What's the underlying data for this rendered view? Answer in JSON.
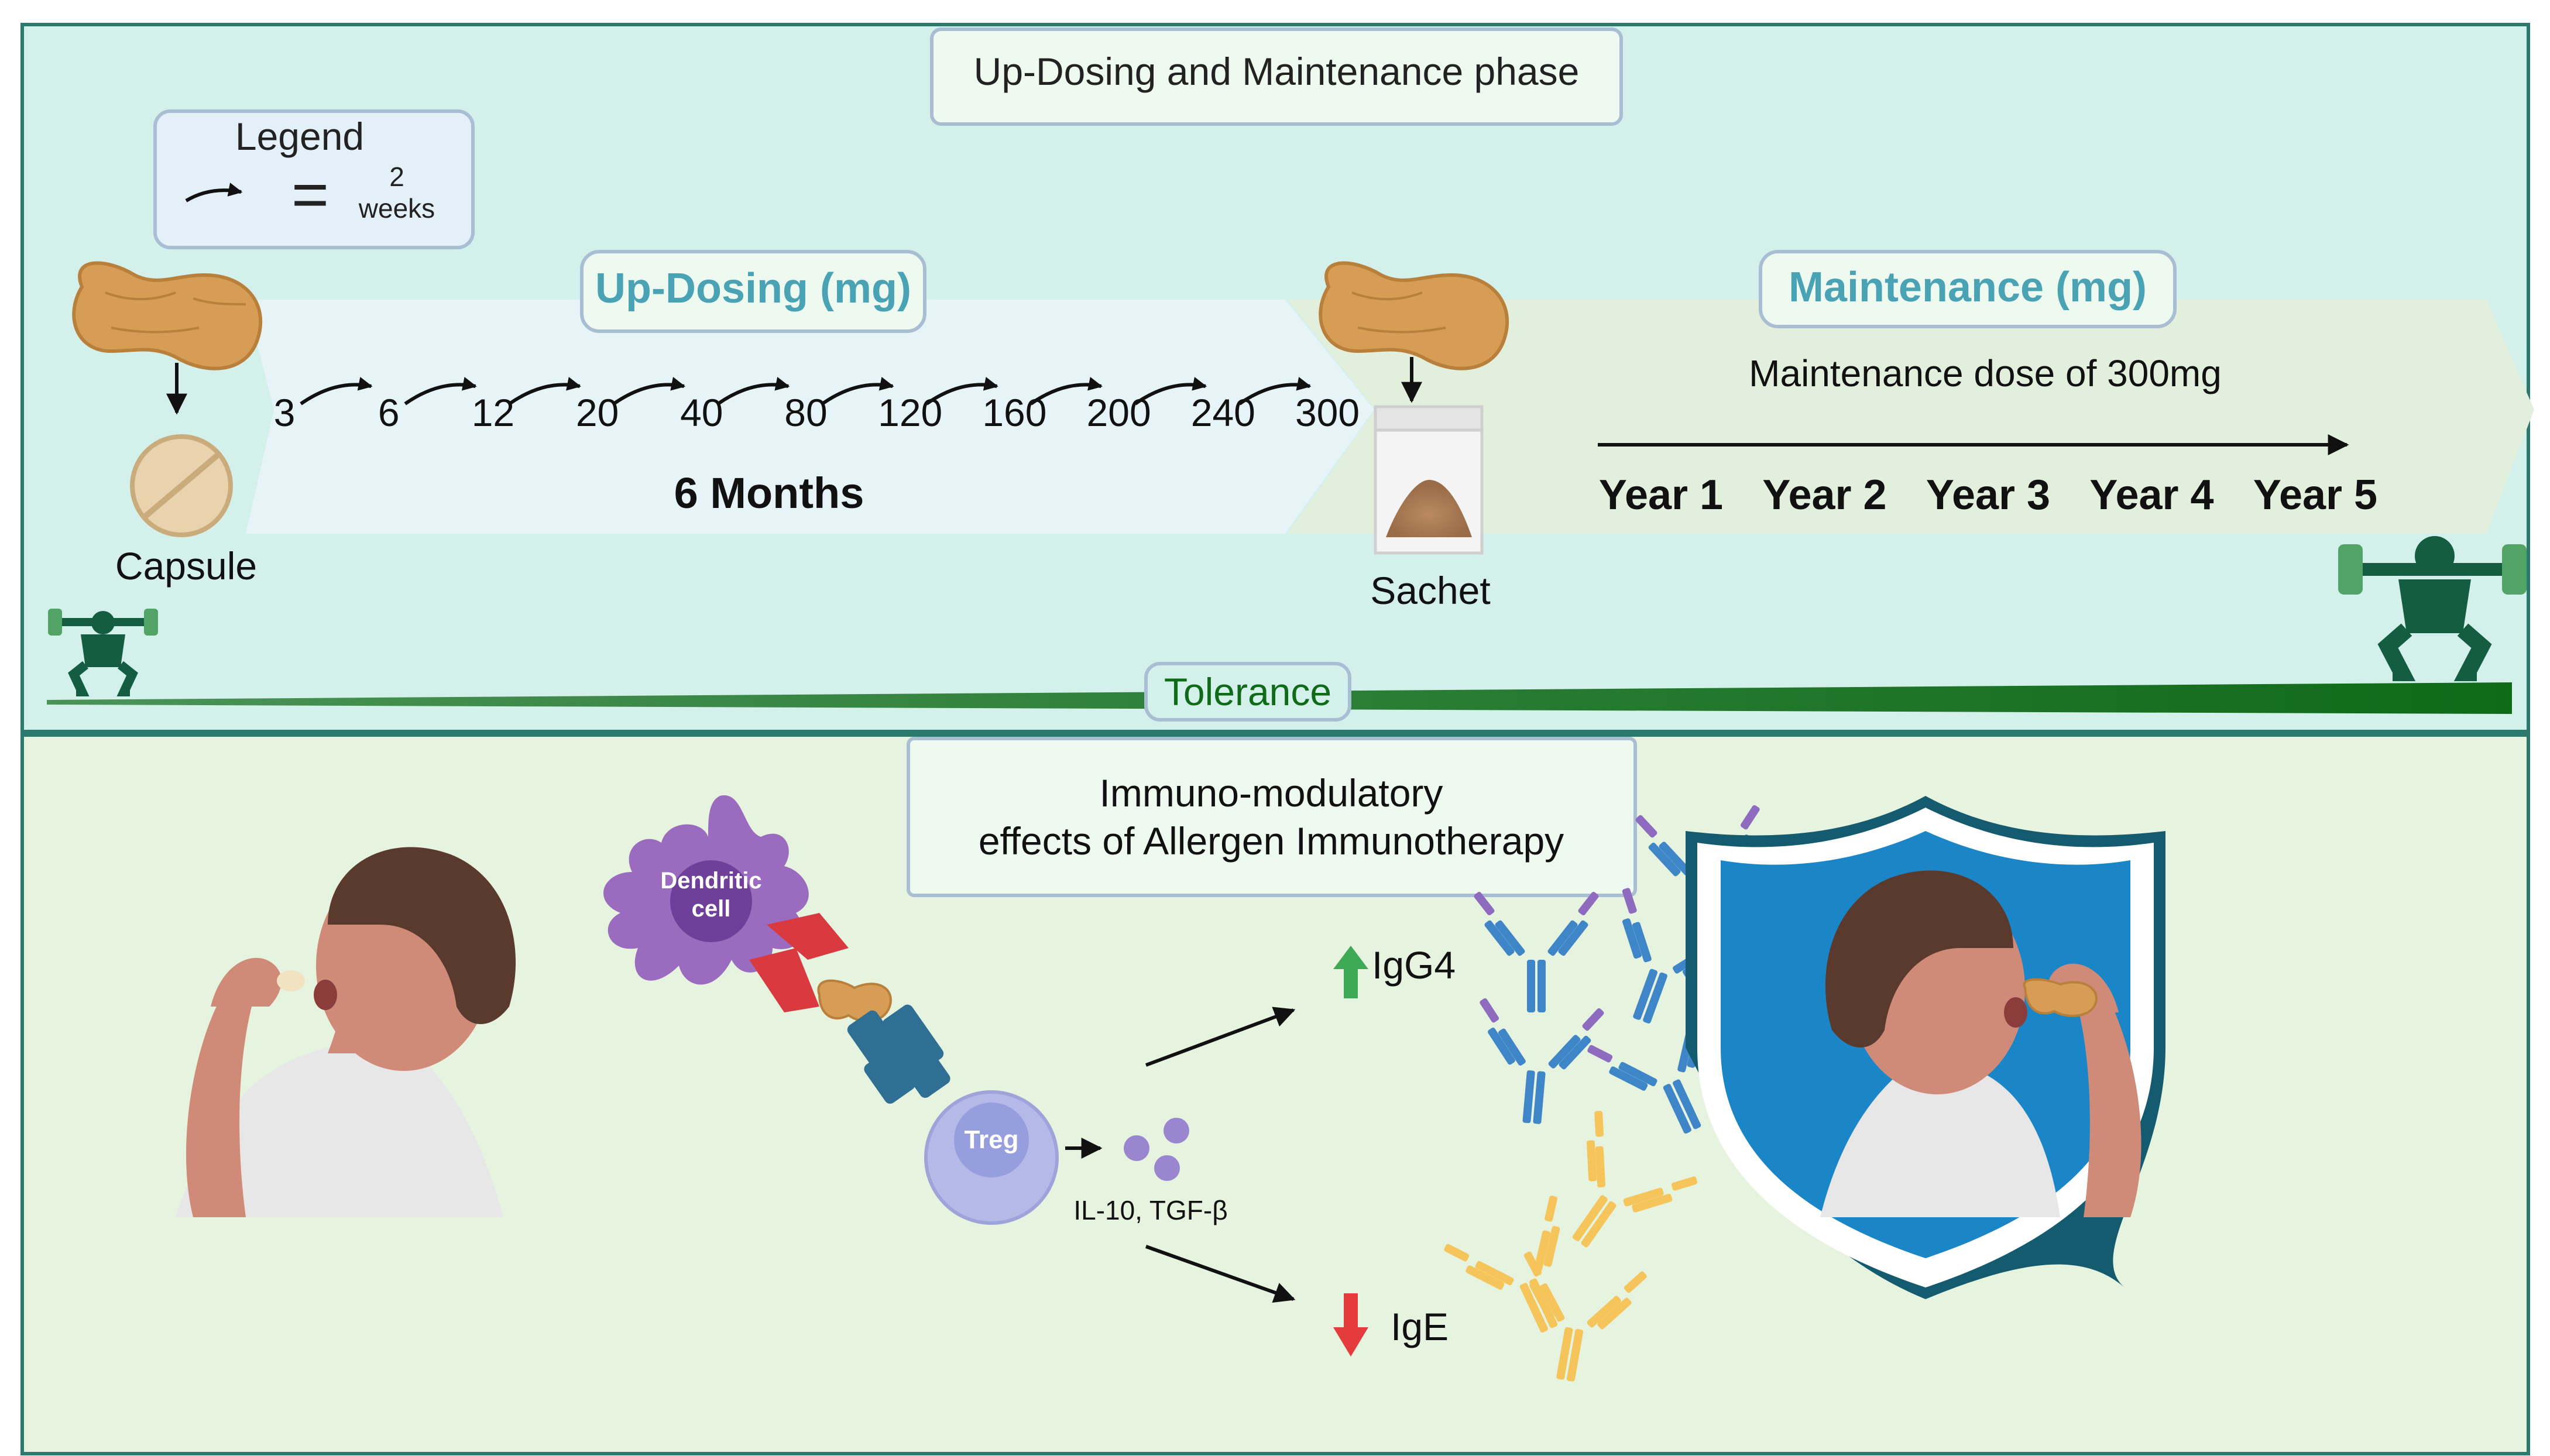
{
  "top_panel": {
    "title": "Up-Dosing and Maintenance phase",
    "legend": {
      "title": "Legend",
      "equals": "=",
      "value": "2",
      "unit": "weeks"
    },
    "updosing": {
      "label": "Up-Dosing (mg)",
      "doses": [
        "3",
        "6",
        "12",
        "20",
        "40",
        "80",
        "120",
        "160",
        "200",
        "240",
        "300"
      ],
      "duration": "6 Months"
    },
    "maintenance": {
      "label": "Maintenance (mg)",
      "dose_text": "Maintenance dose of 300mg",
      "years": [
        "Year 1",
        "Year 2",
        "Year 3",
        "Year 4",
        "Year 5"
      ]
    },
    "capsule_label": "Capsule",
    "sachet_label": "Sachet",
    "tolerance_label": "Tolerance"
  },
  "bottom_panel": {
    "title_line1": "Immuno-modulatory",
    "title_line2": "effects of Allergen Immunotherapy",
    "dendritic_line1": "Dendritic",
    "dendritic_line2": "cell",
    "treg_label": "Treg",
    "cytokines_label": "IL-10, TGF-β",
    "igg4_label": "IgG4",
    "ige_label": "IgE"
  },
  "colors": {
    "top_bg": "#d4f0ea",
    "bottom_bg": "#e6f3df",
    "border": "#2a7a6e",
    "title_box_fill": "#eef9ef",
    "legend_box_fill": "#e3f0f7",
    "label_box_stroke": "#a9bed3",
    "teal_text": "#4aa3b5",
    "updosing_band": "#e6f3f7",
    "maintenance_band": "#e3efdd",
    "peanut": "#d79d55",
    "tolerance_green": "#0f6b18",
    "athlete_dark": "#145d42",
    "athlete_light": "#52a466",
    "dendritic": "#9b6bbf",
    "receptor_red": "#d83a3f",
    "tcr_blue": "#2f6f94",
    "treg": "#b5b9e8",
    "igg4_blue": "#3f86c8",
    "igg4_purple": "#8f6bc0",
    "ige_yellow": "#f5c55b",
    "arrow_up": "#3faa56",
    "arrow_down": "#e43c3c",
    "shield_dark": "#155b6f",
    "shield_blue": "#1a86c8",
    "skin": "#cf8a78",
    "hair": "#5b3a2e",
    "shirt": "#e7e7e7"
  }
}
